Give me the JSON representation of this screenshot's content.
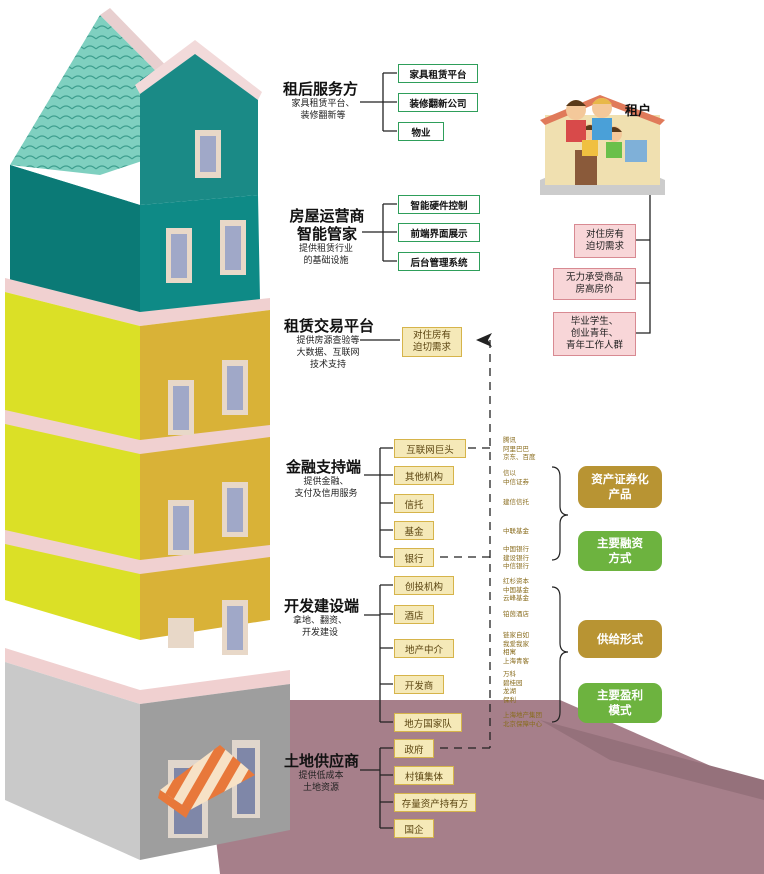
{
  "tenant": {
    "label": "租户",
    "needs": [
      "对住房有\n迫切需求",
      "无力承受商品\n房高房价",
      "毕业学生、\n创业青年、\n青年工作人群"
    ]
  },
  "tiers": [
    {
      "title": "租后服务方",
      "subtitle": "家具租赁平台、\n装修翻新等",
      "items": [
        "家具租赁平台",
        "装修翻新公司",
        "物业"
      ]
    },
    {
      "title": "房屋运营商\n智能管家",
      "subtitle": "提供租赁行业\n的基础设施",
      "items": [
        "智能硬件控制",
        "前端界面展示",
        "后台管理系统"
      ]
    },
    {
      "title": "租赁交易平台",
      "subtitle": "提供房源查验等\n大数据、互联网\n技术支持",
      "items": [
        "对住房有\n迫切需求"
      ]
    },
    {
      "title": "金融支持端",
      "subtitle": "提供金融、\n支付及信用服务",
      "items": [
        "互联网巨头",
        "其他机构",
        "信托",
        "基金",
        "银行"
      ]
    },
    {
      "title": "开发建设端",
      "subtitle": "拿地、翻资、\n开发建设",
      "items": [
        "创投机构",
        "酒店",
        "地产中介",
        "开发商",
        "地方国家队"
      ]
    },
    {
      "title": "土地供应商",
      "subtitle": "提供低成本\n土地资源",
      "items": [
        "政府",
        "村镇集体",
        "存量资产持有方",
        "国企"
      ]
    }
  ],
  "notes": {
    "internet": "腾讯\n阿里巴巴\n京东、百度",
    "other": "信以\n中信证券",
    "trust": "建信信托",
    "fund": "中联基金",
    "bank": "中国银行\n建设银行\n中信银行",
    "vc": "红杉资本\n中国基金\n云峰基金",
    "hotel": "铂茵酒店",
    "agency": "链家自如\n我爱我家\n相寓\n上海青客",
    "developer": "万科\n碧桂园\n龙湖\n保利",
    "local": "上海地产集团\n北京保障中心"
  },
  "outcomes": [
    {
      "label": "资产证券化\n产品",
      "color": "#b89433"
    },
    {
      "label": "主要融资\n方式",
      "color": "#6db33f"
    },
    {
      "label": "供给形式",
      "color": "#b89433"
    },
    {
      "label": "主要盈利\n模式",
      "color": "#6db33f"
    }
  ]
}
